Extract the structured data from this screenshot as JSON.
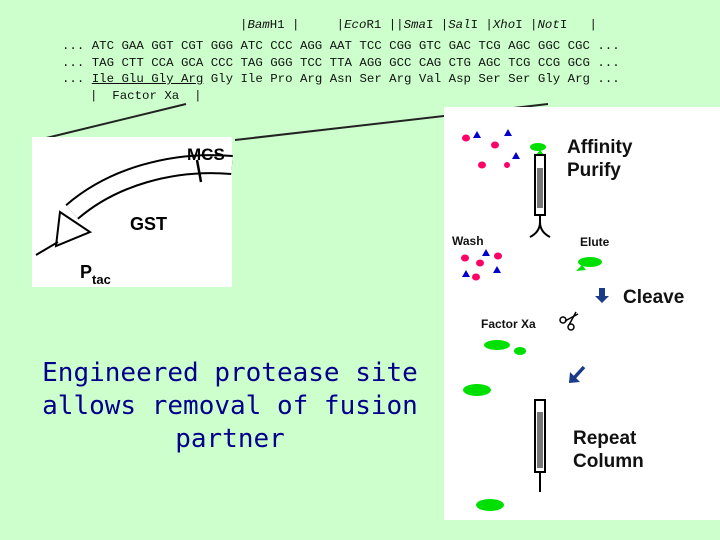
{
  "sequence": {
    "site_labels": [
      {
        "text": "|",
        "italic": false
      },
      {
        "text": "Bam",
        "italic": true
      },
      {
        "text": "H1 |",
        "italic": false
      },
      {
        "text": "     |",
        "italic": false
      },
      {
        "text": "Eco",
        "italic": true
      },
      {
        "text": "R1 ||",
        "italic": false
      },
      {
        "text": "Sma",
        "italic": true
      },
      {
        "text": "I |",
        "italic": false
      },
      {
        "text": "Sal",
        "italic": true
      },
      {
        "text": "I |",
        "italic": false
      },
      {
        "text": "Xho",
        "italic": true
      },
      {
        "text": "I |",
        "italic": false
      },
      {
        "text": "Not",
        "italic": true
      },
      {
        "text": "I   |",
        "italic": false
      }
    ],
    "top_strand": "... ATC GAA GGT CGT GGG ATC CCC AGG AAT TCC CGG GTC GAC TCG AGC GGC CGC ...",
    "bottom_strand": "... TAG CTT CCA GCA CCC TAG GGG TCC TTA AGG GCC CAG CTG AGC TCG CCG GCG ...",
    "aa_prefix": "... ",
    "aa_underlined": "Ile Glu Gly Arg",
    "aa_rest": " Gly Ile Pro Arg Asn Ser Arg Val Asp Ser Ser Gly Arg ...",
    "factor_xa_marker": "|  Factor Xa  |"
  },
  "plasmid": {
    "mcs_label": "MCS",
    "gst_label": "GST",
    "promoter_label": "P",
    "promoter_subscript": "tac"
  },
  "workflow": {
    "affinity_purify": "Affinity\nPurify",
    "wash": "Wash",
    "elute": "Elute",
    "cleave": "Cleave",
    "factor_xa": "Factor Xa",
    "repeat_column": "Repeat\nColumn"
  },
  "main_text": "Engineered protease site\nallows removal of fusion\npartner",
  "colors": {
    "background": "#ccffcc",
    "main_text": "#00008b",
    "green_protein": "#00e000",
    "magenta_dot": "#ff0066",
    "blue_triangle": "#0000cc",
    "arrow_blue": "#1a3a8a"
  }
}
